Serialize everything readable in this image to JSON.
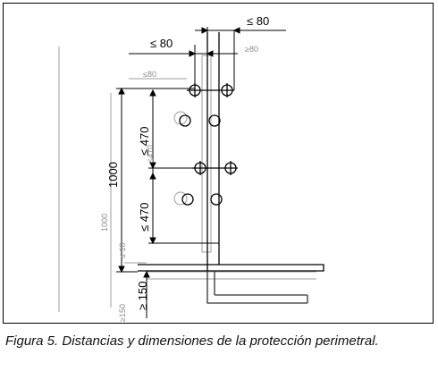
{
  "caption": "Figura 5. Distancias y dimensiones de la protección perimetral.",
  "labels": {
    "top_right": "≤ 80",
    "top_right_faint": "≥80",
    "top_left": "≤ 80",
    "left_small_faint": "≤80",
    "upper_470": "≤ 470",
    "upper_470_faint": "≤470",
    "height_1000": "1000",
    "height_1000_faint": "1000",
    "lower_470": "≤ 470",
    "lower_470_faint": "≤ 10",
    "bottom_150": "≥ 150",
    "bottom_150_faint": "≥150"
  },
  "colors": {
    "line": "#000000",
    "faint": "#8a8a8a"
  }
}
